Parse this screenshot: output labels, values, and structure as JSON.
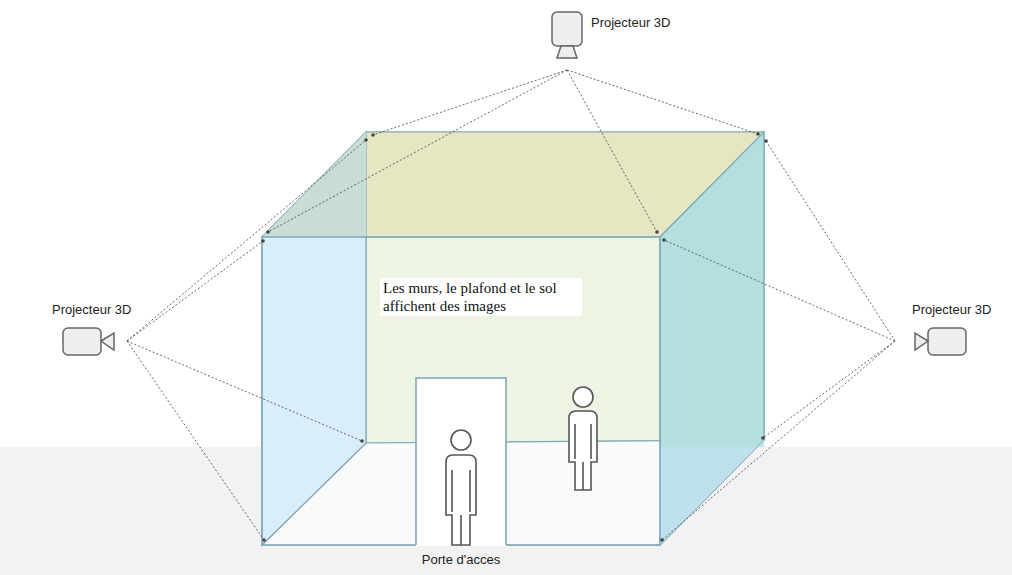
{
  "diagram": {
    "labels": [
      "Projecteur 3D",
      "Projecteur 3D",
      "Projecteur 3D",
      "Les murs, le plafond et le sol affichent des images",
      "Porte d'acces"
    ]
  }
}
